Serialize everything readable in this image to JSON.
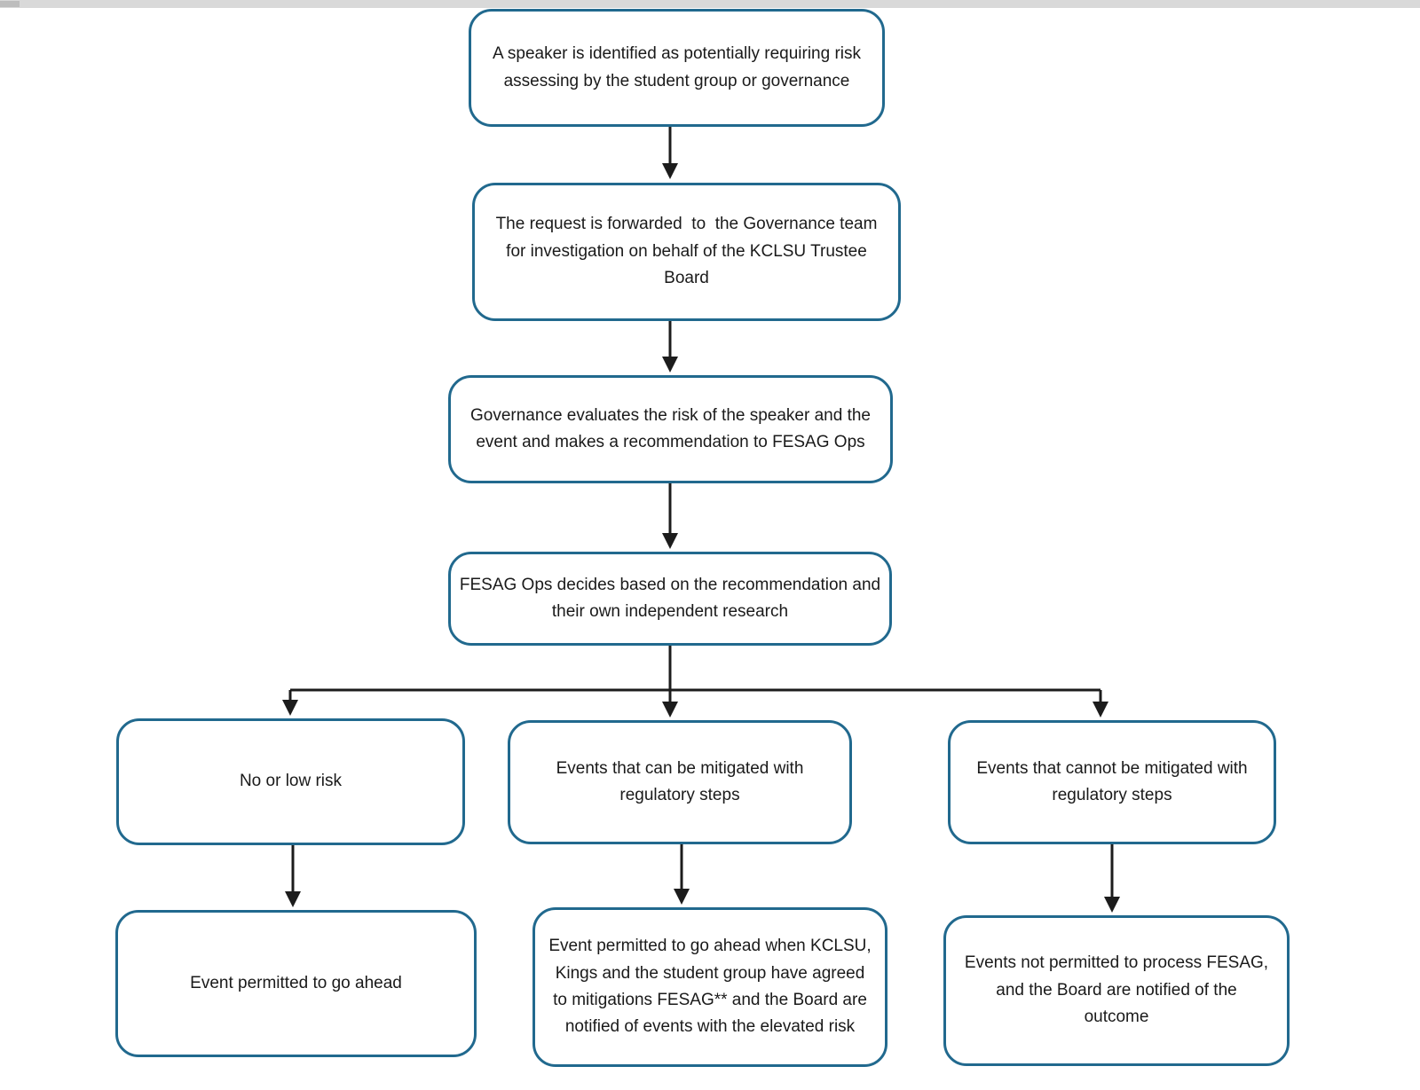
{
  "colors": {
    "box_border": "#21698e",
    "connector": "#1c1c1c",
    "text": "#1a1a1a",
    "top_bar": "#d9d9d9"
  },
  "flowchart": {
    "nodes": [
      {
        "id": "speaker-identified",
        "text": "A speaker is identified as potentially requiring risk\nassessing by the student group or governance"
      },
      {
        "id": "request-forwarded",
        "text": "The request is forwarded  to  the Governance team\nfor investigation on behalf of the KCLSU Trustee\nBoard"
      },
      {
        "id": "governance-evaluates",
        "text": "Governance evaluates the risk of the speaker and the\nevent and makes a recommendation to FESAG Ops"
      },
      {
        "id": "fesag-decides",
        "text": "FESAG Ops decides based on the recommendation and\ntheir own independent research"
      },
      {
        "id": "no-or-low-risk",
        "text": "No or low risk"
      },
      {
        "id": "mitigable-events",
        "text": "Events that can be mitigated with\nregulatory steps"
      },
      {
        "id": "non-mitigable-events",
        "text": "Events that cannot be mitigated with\nregulatory steps"
      },
      {
        "id": "event-permitted",
        "text": "Event permitted to go ahead"
      },
      {
        "id": "event-permitted-with-mitigations",
        "text": "Event permitted to go ahead when KCLSU,\nKings and the student group have agreed\nto mitigations FESAG** and the Board are\nnotified of events with the elevated risk"
      },
      {
        "id": "events-not-permitted",
        "text": "Events not permitted to process FESAG,\nand the Board are notified of the\noutcome"
      }
    ],
    "edges": [
      {
        "from": "speaker-identified",
        "to": "request-forwarded"
      },
      {
        "from": "request-forwarded",
        "to": "governance-evaluates"
      },
      {
        "from": "governance-evaluates",
        "to": "fesag-decides"
      },
      {
        "from": "fesag-decides",
        "to": "no-or-low-risk"
      },
      {
        "from": "fesag-decides",
        "to": "mitigable-events"
      },
      {
        "from": "fesag-decides",
        "to": "non-mitigable-events"
      },
      {
        "from": "no-or-low-risk",
        "to": "event-permitted"
      },
      {
        "from": "mitigable-events",
        "to": "event-permitted-with-mitigations"
      },
      {
        "from": "non-mitigable-events",
        "to": "events-not-permitted"
      }
    ]
  }
}
